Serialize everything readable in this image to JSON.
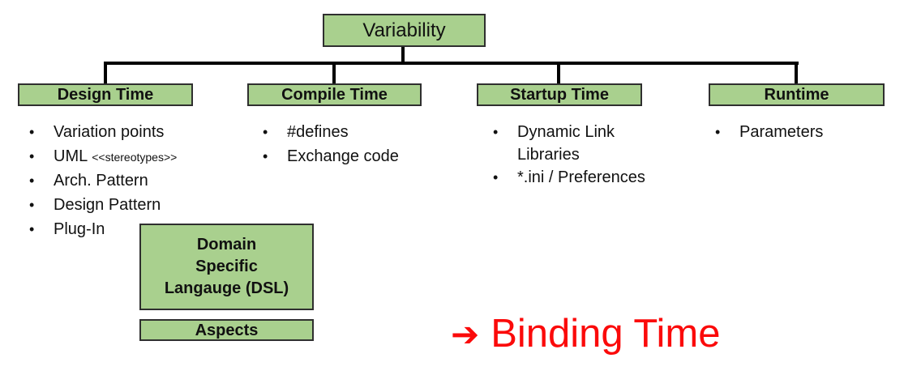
{
  "root": {
    "title": "Variability"
  },
  "columns": [
    {
      "header": "Design Time",
      "items": [
        {
          "text": "Variation points"
        },
        {
          "text": "UML",
          "small": "<<stereotypes>>"
        },
        {
          "text": "Arch. Pattern"
        },
        {
          "text": "Design Pattern"
        },
        {
          "text": "Plug-In"
        }
      ]
    },
    {
      "header": "Compile Time",
      "items": [
        {
          "text": "#defines"
        },
        {
          "text": "Exchange code"
        }
      ]
    },
    {
      "header": "Startup Time",
      "items": [
        {
          "text": "Dynamic Link Libraries"
        },
        {
          "text": "*.ini / Preferences"
        }
      ]
    },
    {
      "header": "Runtime",
      "items": [
        {
          "text": "Parameters"
        }
      ]
    }
  ],
  "extra_boxes": {
    "dsl": "Domain\nSpecific\nLangauge (DSL)",
    "aspects": "Aspects"
  },
  "annotation": {
    "arrow": "➔",
    "label": "Binding Time",
    "color": "#fb0a0a"
  },
  "colors": {
    "box_fill": "#a9d08e",
    "box_border": "#2f2f2f",
    "connector": "#000000"
  }
}
